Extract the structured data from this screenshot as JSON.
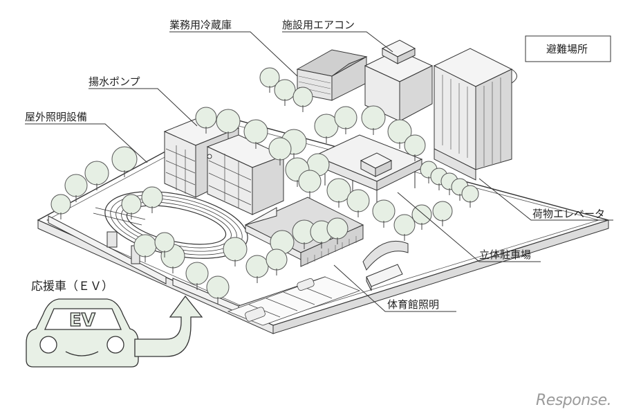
{
  "labels": {
    "freezer": "業務用冷蔵庫",
    "aircon": "施設用エアコン",
    "pump": "揚水ポンプ",
    "outdoor_lighting": "屋外照明設備",
    "shelter": "避難場所",
    "elevator": "荷物エレベータ",
    "parking": "立体駐車場",
    "gym_lighting": "体育館照明",
    "support_vehicle": "応援車（ＥＶ）"
  },
  "car_badge": "EV",
  "watermark": "Response.",
  "colors": {
    "line": "#333333",
    "tree": "#e6efe4",
    "tree_stroke": "#555555",
    "building": "#f4f4f4",
    "building_side": "#d8d8d8",
    "car_fill": "#e8f0e6",
    "watermark": "#9a9a9a"
  }
}
